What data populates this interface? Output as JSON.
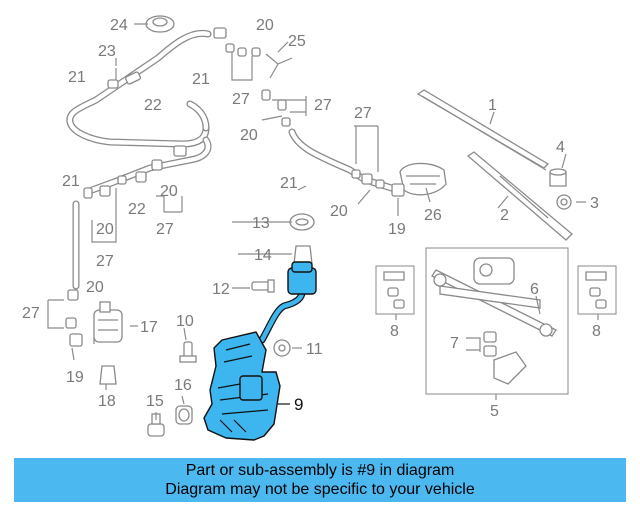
{
  "diagram": {
    "highlight_color": "#3db5ee",
    "callouts": {
      "c1": "1",
      "c2": "2",
      "c3": "3",
      "c4": "4",
      "c5": "5",
      "c6": "6",
      "c7": "7",
      "c8a": "8",
      "c8b": "8",
      "c9": "9",
      "c10": "10",
      "c11": "11",
      "c12": "12",
      "c13": "13",
      "c14": "14",
      "c15": "15",
      "c16": "16",
      "c17": "17",
      "c18": "18",
      "c19a": "19",
      "c19b": "19",
      "c20a": "20",
      "c20b": "20",
      "c20c": "20",
      "c20d": "20",
      "c20e": "20",
      "c20f": "20",
      "c21a": "21",
      "c21b": "21",
      "c21c": "21",
      "c21d": "21",
      "c22a": "22",
      "c22b": "22",
      "c23": "23",
      "c24": "24",
      "c25": "25",
      "c26": "26",
      "c27a": "27",
      "c27b": "27",
      "c27c": "27",
      "c27d": "27",
      "c27e": "27",
      "c27f": "27"
    }
  },
  "banner": {
    "line1": "Part or sub-assembly is #9 in diagram",
    "line2": "Diagram may not be specific to your vehicle",
    "bg_color": "#4cb8f0"
  }
}
